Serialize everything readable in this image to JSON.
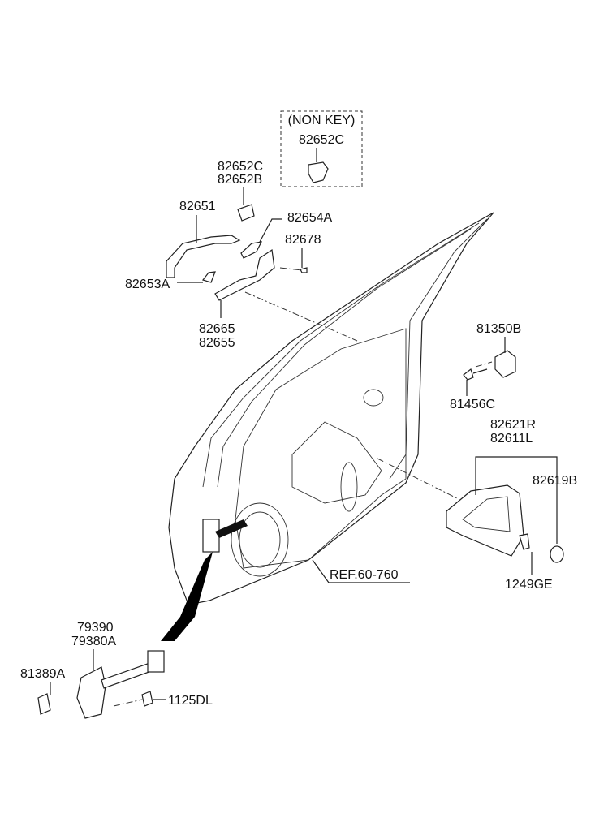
{
  "diagram": {
    "non_key_box": {
      "heading": "(NON KEY)",
      "part": "82652C"
    },
    "labels": {
      "p82652C": "82652C",
      "p82652B": "82652B",
      "p82651": "82651",
      "p82654A": "82654A",
      "p82678": "82678",
      "p82653A": "82653A",
      "p82665": "82665",
      "p82655": "82655",
      "p81350B": "81350B",
      "p81456C": "81456C",
      "p82621R": "82621R",
      "p82611L": "82611L",
      "p82619B": "82619B",
      "ref": "REF.60-760",
      "p1249GE": "1249GE",
      "p79390": "79390",
      "p79380A": "79380A",
      "p81389A": "81389A",
      "p1125DL": "1125DL"
    }
  }
}
